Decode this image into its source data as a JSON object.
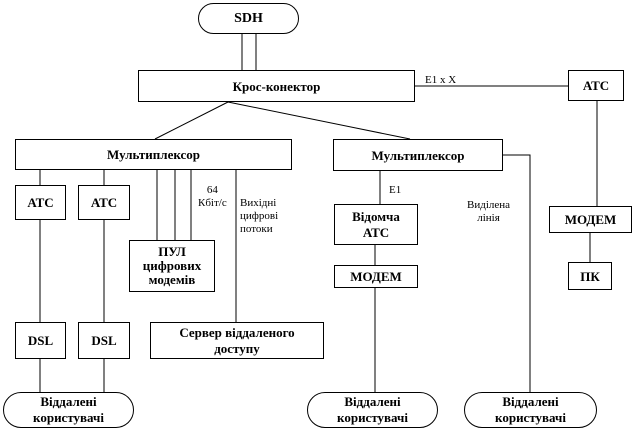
{
  "nodes": {
    "sdh": "SDH",
    "cross_connector": "Крос-конектор",
    "mux_left": "Мультиплексор",
    "mux_right": "Мультиплексор",
    "ats_top_right": "АТС",
    "ats_left_1": "АТС",
    "ats_left_2": "АТС",
    "modem_pool": "ПУЛ\nцифрових\nмодемів",
    "dept_ats": "Відомча\nАТС",
    "modem_middle": "МОДЕМ",
    "modem_right": "МОДЕМ",
    "pc": "ПК",
    "dsl_1": "DSL",
    "dsl_2": "DSL",
    "remote_access_server": "Сервер віддаленого\nдоступу",
    "remote_users_1": "Віддалені\nкористувачі",
    "remote_users_2": "Віддалені\nкористувачі",
    "remote_users_3": "Віддалені\nкористувачі"
  },
  "labels": {
    "e1_x": "E1 x X",
    "rate_64": "64\nКбіт/с",
    "digital_streams": "Вихідні\nцифрові\nпотоки",
    "e1": "E1",
    "leased_line": "Виділена\nлінія"
  }
}
